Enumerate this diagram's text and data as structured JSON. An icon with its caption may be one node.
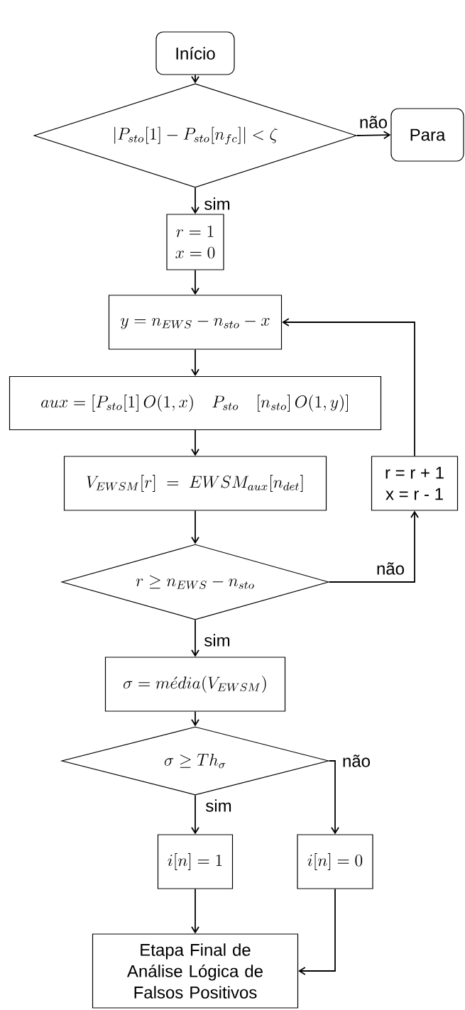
{
  "diagram": {
    "nodes": [
      {
        "text": [
          "Início"
        ]
      },
      {
        "text": [
          "\\left|P_{sto}[1]-P_{sto}[n_{fc}]\\right|<\\zeta"
        ]
      },
      {
        "text": [
          "Para"
        ]
      },
      {
        "text": [
          "r=1",
          "x=0"
        ]
      },
      {
        "text": [
          "y=n_{EWS}-n_{sto}-x"
        ]
      },
      {
        "text": [
          "aux=[P_{sto}[1]\\,O(1,x)\\quad P_{sto}\\quad[n_{sto}]\\,O(1,y)]"
        ]
      },
      {
        "text": [
          "V_{EWSM}[r]\\;=\\;EWSM_{aux}[n_{det}]"
        ]
      },
      {
        "text": [
          "r = r + 1",
          "x = r - 1"
        ]
      },
      {
        "text": [
          "r\\geq n_{EWS}-n_{sto}"
        ]
      },
      {
        "text": [
          "\\sigma=m\\acute{e}dia(V_{EWSM})"
        ]
      },
      {
        "text": [
          "\\sigma\\geq Th_{\\sigma}"
        ]
      },
      {
        "text": [
          "i[n]=1"
        ]
      },
      {
        "text": [
          "i[n]=0"
        ]
      },
      {
        "text": [
          "Etapa Final de Análise Lógica de Falsos Positivos"
        ]
      }
    ],
    "edges": [
      {
        "from": 0,
        "to": 1,
        "arrow": "to"
      },
      {
        "from": 1,
        "to": 2,
        "arrow": "to",
        "label": "não"
      },
      {
        "from": 1,
        "to": 3,
        "arrow": "to",
        "label": "sim"
      },
      {
        "from": 3,
        "to": 4,
        "arrow": "to"
      },
      {
        "from": 4,
        "to": 5,
        "arrow": "to"
      },
      {
        "from": 5,
        "to": 6,
        "arrow": "to"
      },
      {
        "from": 6,
        "to": 8,
        "arrow": "to"
      },
      {
        "from": 8,
        "to": 7,
        "arrow": "to",
        "label": "não"
      },
      {
        "from": 7,
        "to": 4,
        "arrow": "to"
      },
      {
        "from": 8,
        "to": 9,
        "arrow": "to",
        "label": "sim"
      },
      {
        "from": 9,
        "to": 10,
        "arrow": "to"
      },
      {
        "from": 10,
        "to": 11,
        "arrow": "to",
        "label": "sim"
      },
      {
        "from": 10,
        "to": 12,
        "arrow": "to",
        "label": "não"
      },
      {
        "from": 11,
        "to": 13,
        "arrow": "to"
      },
      {
        "from": 12,
        "to": 13,
        "arrow": "to"
      }
    ]
  }
}
